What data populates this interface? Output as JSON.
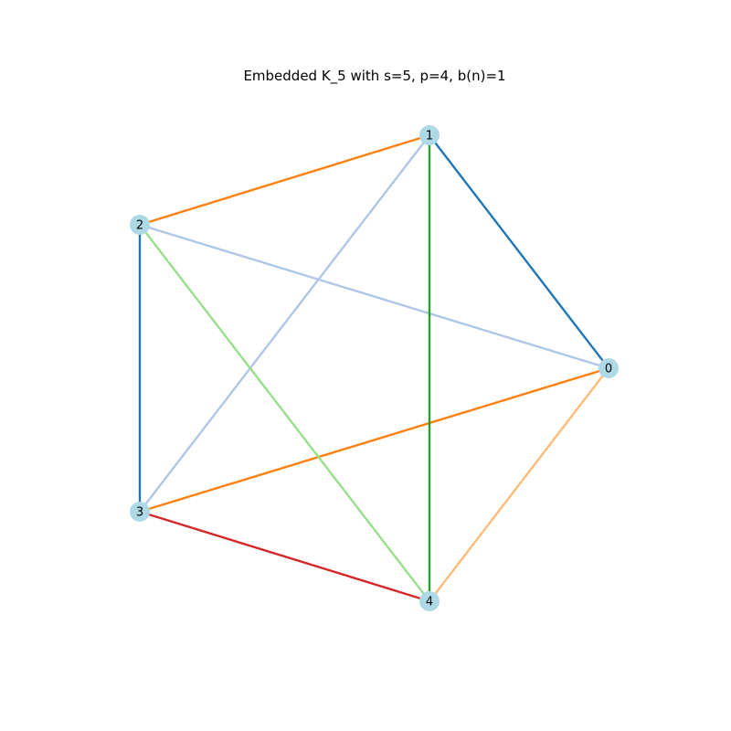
{
  "title": "Embedded K_5 with s=5, p=4, b(n)=1",
  "node_color": "#add8e6",
  "nodes": [
    {
      "id": "0",
      "label": "0"
    },
    {
      "id": "1",
      "label": "1"
    },
    {
      "id": "2",
      "label": "2"
    },
    {
      "id": "3",
      "label": "3"
    },
    {
      "id": "4",
      "label": "4"
    }
  ],
  "edges": [
    {
      "source": "0",
      "target": "1",
      "color": "#1f77b4"
    },
    {
      "source": "0",
      "target": "2",
      "color": "#aec7e8"
    },
    {
      "source": "0",
      "target": "3",
      "color": "#ff7f0e"
    },
    {
      "source": "0",
      "target": "4",
      "color": "#ffbb78"
    },
    {
      "source": "1",
      "target": "2",
      "color": "#ff7f0e"
    },
    {
      "source": "1",
      "target": "3",
      "color": "#aec7e8"
    },
    {
      "source": "1",
      "target": "4",
      "color": "#2ca02c"
    },
    {
      "source": "2",
      "target": "3",
      "color": "#1f77b4"
    },
    {
      "source": "2",
      "target": "4",
      "color": "#98df8a"
    },
    {
      "source": "3",
      "target": "4",
      "color": "#d62728"
    }
  ]
}
